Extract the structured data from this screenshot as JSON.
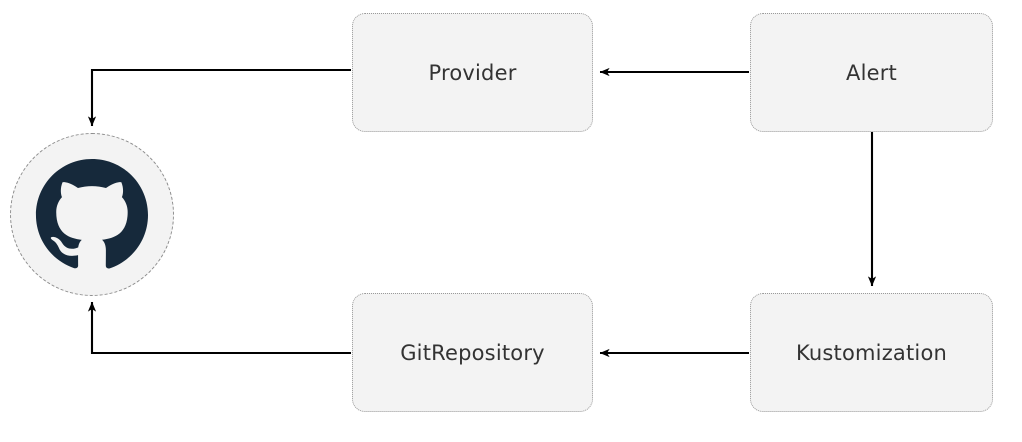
{
  "diagram": {
    "title": "",
    "background_color": "#ffffff",
    "node_fill": "#f3f3f3",
    "node_border_color": "#9a9a9a",
    "node_text_color": "#333333",
    "edge_color": "#000000",
    "icon_color": "#16293b",
    "nodes": [
      {
        "id": "source",
        "label": "",
        "shape": "circle",
        "icon": "github-icon"
      },
      {
        "id": "provider",
        "label": "Provider",
        "shape": "rounded-rect",
        "icon": ""
      },
      {
        "id": "alert",
        "label": "Alert",
        "shape": "rounded-rect",
        "icon": ""
      },
      {
        "id": "gitrepo",
        "label": "GitRepository",
        "shape": "rounded-rect",
        "icon": ""
      },
      {
        "id": "kustomize",
        "label": "Kustomization",
        "shape": "rounded-rect",
        "icon": ""
      }
    ],
    "edges": [
      {
        "from": "alert",
        "to": "provider",
        "direction": "left"
      },
      {
        "from": "provider",
        "to": "source",
        "direction": "left-then-down"
      },
      {
        "from": "alert",
        "to": "kustomize",
        "direction": "down"
      },
      {
        "from": "kustomize",
        "to": "gitrepo",
        "direction": "left"
      },
      {
        "from": "gitrepo",
        "to": "source",
        "direction": "left-then-up"
      }
    ]
  }
}
